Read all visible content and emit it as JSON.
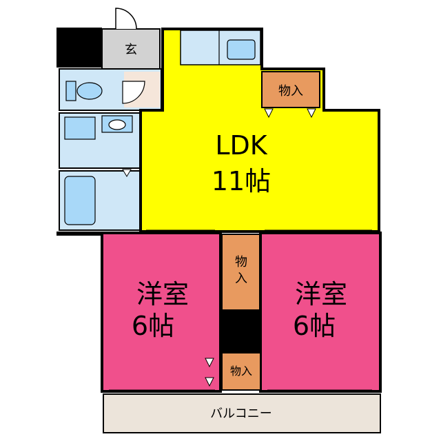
{
  "rooms": {
    "ldk": {
      "name": "LDK",
      "size": "11帖",
      "color": "#ffff00"
    },
    "western_left": {
      "name": "洋室",
      "size": "6帖",
      "color": "#f0508c"
    },
    "western_right": {
      "name": "洋室",
      "size": "6帖",
      "color": "#f0508c"
    },
    "entrance": {
      "label": "玄",
      "color": "#d2d2d2"
    },
    "storage_top": {
      "label": "物入",
      "color": "#e89a5f"
    },
    "storage_middle": {
      "label": "物入",
      "color": "#e89a5f"
    },
    "storage_bottom": {
      "label": "物入",
      "color": "#e89a5f"
    },
    "balcony": {
      "label": "バルコニー",
      "color": "#ece4da"
    },
    "wet_area": {
      "color": "#cfe7f7"
    }
  }
}
